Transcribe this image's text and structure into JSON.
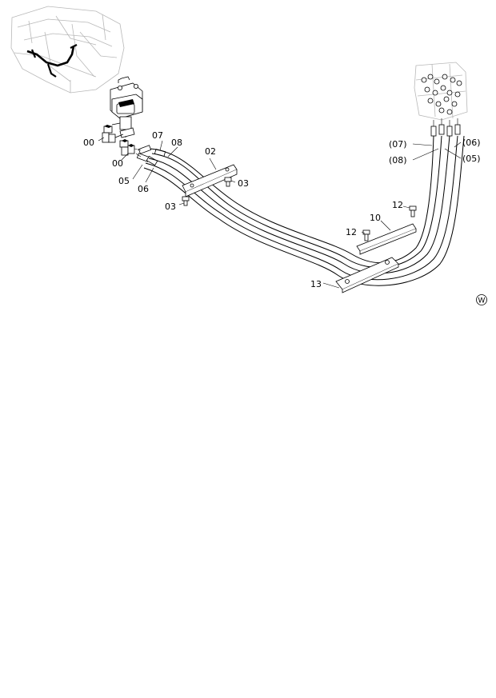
{
  "diagram": {
    "callouts": [
      "00",
      "00",
      "05",
      "06",
      "07",
      "08",
      "02",
      "03",
      "03",
      "10",
      "12",
      "12",
      "13",
      "(07)",
      "(08)",
      "(06)",
      "(05)"
    ],
    "watermark_symbol": "W"
  }
}
